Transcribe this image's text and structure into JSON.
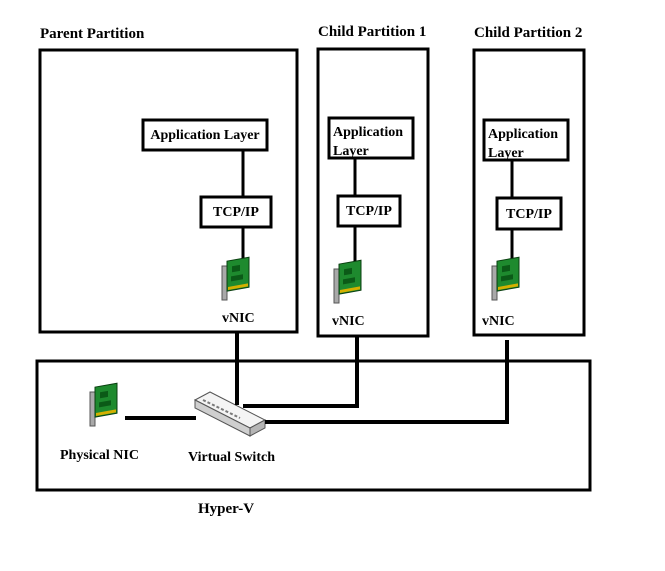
{
  "hyperv": {
    "label": "Hyper-V",
    "physical_nic_label": "Physical NIC",
    "virtual_switch_label": "Virtual Switch"
  },
  "parent": {
    "title": "Parent Partition",
    "app_layer": "Application Layer",
    "tcpip": "TCP/IP",
    "vnic": "vNIC"
  },
  "child1": {
    "title": "Child Partition 1",
    "app_layer_line1": "Application",
    "app_layer_line2": "Layer",
    "tcpip": "TCP/IP",
    "vnic": "vNIC"
  },
  "child2": {
    "title": "Child Partition 2",
    "app_layer_line1": "Application",
    "app_layer_line2": "Layer",
    "tcpip": "TCP/IP",
    "vnic": "vNIC"
  },
  "colors": {
    "line": "#000000",
    "nic_board": "#1e8a2e",
    "nic_chip": "#0b5a17",
    "nic_bracket": "#a9a9a9",
    "switch_body": "#e6e6e6"
  },
  "icons": {
    "nic": "network-card-icon",
    "switch": "network-switch-icon"
  }
}
